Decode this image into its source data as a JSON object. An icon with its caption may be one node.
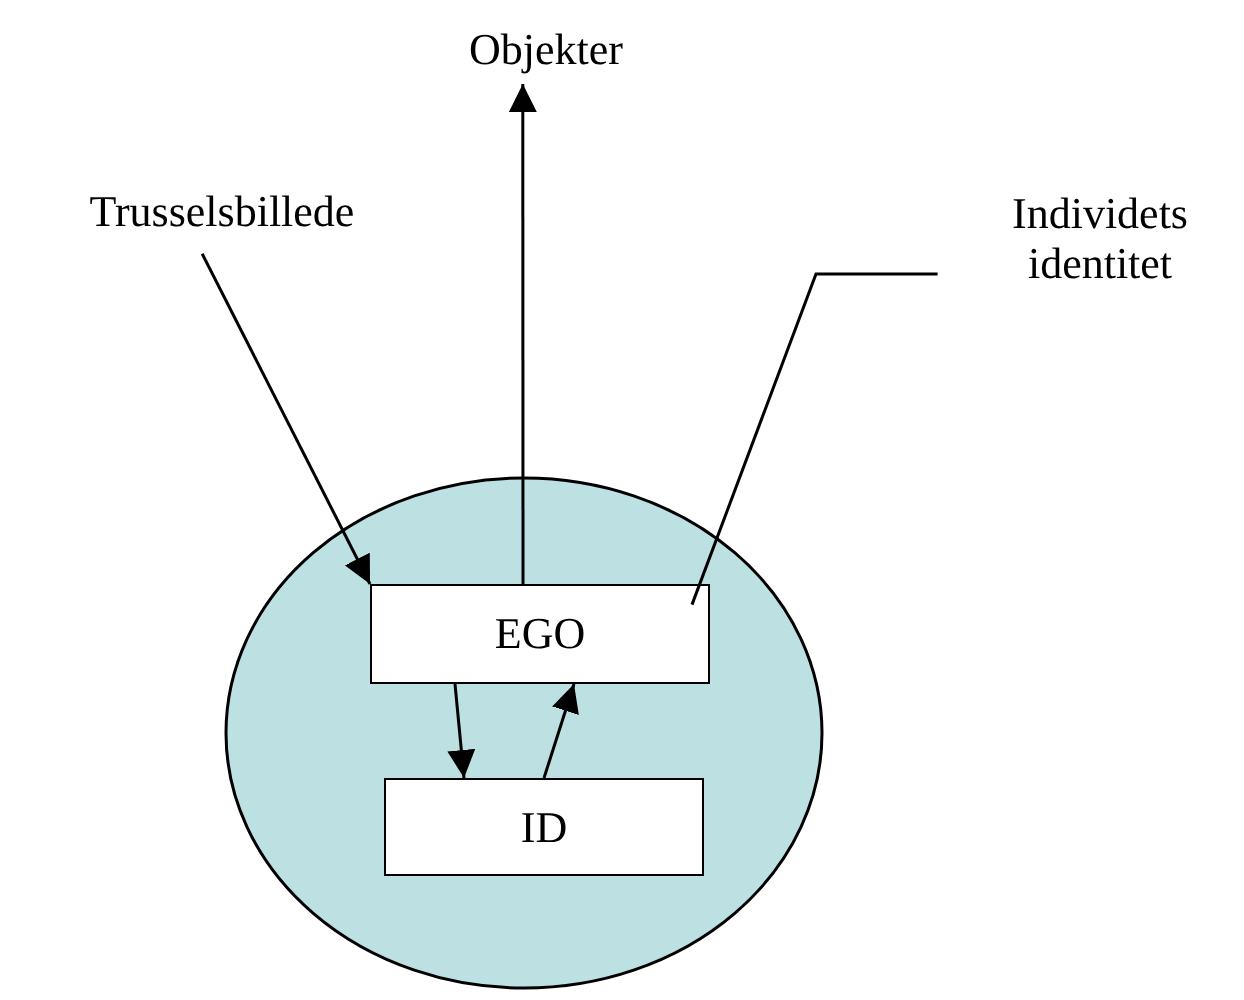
{
  "diagram": {
    "nodes": [
      {
        "text": [
          "Objekter"
        ]
      },
      {
        "text": [
          "Trusselsbillede"
        ]
      },
      {
        "text": [
          "Individets identitet"
        ]
      },
      {
        "text": [],
        "shape": "circle"
      },
      {
        "text": [
          "EGO"
        ],
        "in": 3
      },
      {
        "text": [
          "ID"
        ],
        "in": 3
      }
    ],
    "edges": [
      {
        "from": 4,
        "to": 0,
        "arrow": "to"
      },
      {
        "from": 1,
        "to": 4,
        "arrow": "to"
      },
      {
        "from": 2,
        "to": 3,
        "arrow": "none"
      },
      {
        "from": 4,
        "to": 5,
        "arrow": "to"
      },
      {
        "from": 5,
        "to": 4,
        "arrow": "to"
      }
    ]
  }
}
